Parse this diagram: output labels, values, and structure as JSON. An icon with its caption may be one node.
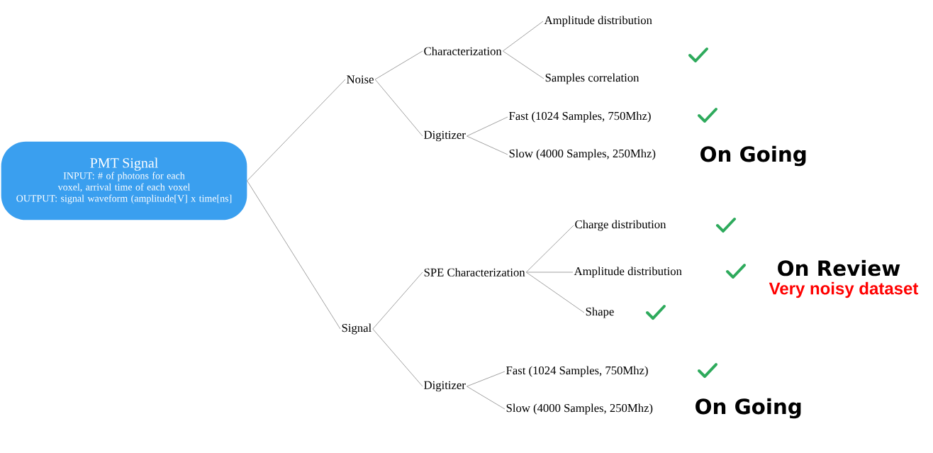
{
  "diagram": {
    "nodes": [
      {
        "text": [
          "PMT Signal",
          "INPUT: # of photons for each voxel, arrival time of each voxel",
          "OUTPUT: signal waveform (amplitude[V] x time[ns]"
        ]
      },
      {
        "text": [
          "Noise"
        ]
      },
      {
        "text": [
          "Characterization"
        ]
      },
      {
        "text": [
          "Amplitude distribution"
        ]
      },
      {
        "text": [
          "Samples correlation"
        ]
      },
      {
        "text": [
          "Digitizer"
        ]
      },
      {
        "text": [
          "Fast  (1024 Samples, 750Mhz)"
        ]
      },
      {
        "text": [
          "Slow  (4000 Samples, 250Mhz)"
        ],
        "beside": [
          "On Going"
        ]
      },
      {
        "text": [
          "Signal"
        ]
      },
      {
        "text": [
          "SPE Characterization"
        ]
      },
      {
        "text": [
          "Charge distribution"
        ]
      },
      {
        "text": [
          "Amplitude distribution"
        ]
      },
      {
        "text": [
          "Shape"
        ]
      },
      {
        "text": [
          "Digitizer"
        ]
      },
      {
        "text": [
          "Fast  (1024 Samples, 750Mhz)"
        ]
      },
      {
        "text": [
          "Slow  (4000 Samples, 250Mhz)"
        ],
        "beside": [
          "On Going"
        ]
      }
    ],
    "edges": [
      {
        "from": 0,
        "to": 1,
        "arrow": "none"
      },
      {
        "from": 0,
        "to": 8,
        "arrow": "none"
      },
      {
        "from": 1,
        "to": 2,
        "arrow": "none"
      },
      {
        "from": 1,
        "to": 5,
        "arrow": "none"
      },
      {
        "from": 2,
        "to": 3,
        "arrow": "none"
      },
      {
        "from": 2,
        "to": 4,
        "arrow": "none"
      },
      {
        "from": 5,
        "to": 6,
        "arrow": "none"
      },
      {
        "from": 5,
        "to": 7,
        "arrow": "none"
      },
      {
        "from": 8,
        "to": 9,
        "arrow": "none"
      },
      {
        "from": 8,
        "to": 13,
        "arrow": "none"
      },
      {
        "from": 9,
        "to": 10,
        "arrow": "none"
      },
      {
        "from": 9,
        "to": 11,
        "arrow": "none"
      },
      {
        "from": 9,
        "to": 12,
        "arrow": "none"
      },
      {
        "from": 13,
        "to": 14,
        "arrow": "none"
      },
      {
        "from": 13,
        "to": 15,
        "arrow": "none"
      }
    ],
    "labels": [
      "On Review",
      "Very noisy dataset"
    ]
  }
}
